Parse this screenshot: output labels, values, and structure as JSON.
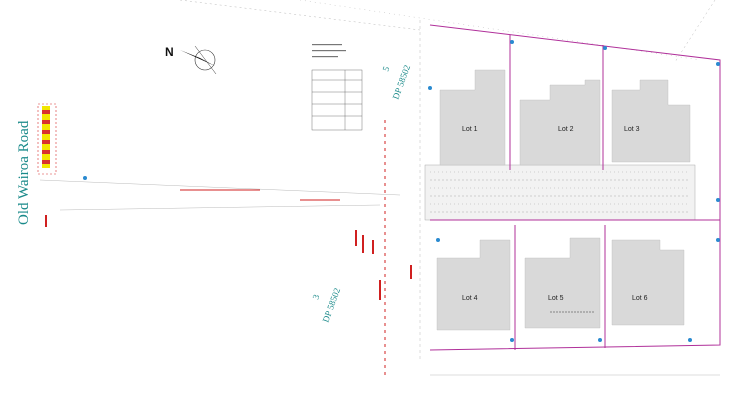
{
  "road": {
    "name": "Old Wairoa Road"
  },
  "north": {
    "label": "N"
  },
  "neighbours": [
    {
      "lot": "5",
      "dp": "DP 58502"
    },
    {
      "lot": "3",
      "dp": "DP 58502"
    }
  ],
  "lots": [
    {
      "name": "Lot 1"
    },
    {
      "name": "Lot 2"
    },
    {
      "name": "Lot 3"
    },
    {
      "name": "Lot 4"
    },
    {
      "name": "Lot 5"
    },
    {
      "name": "Lot 6"
    }
  ],
  "colors": {
    "boundary": "#b0309a",
    "building": "#d9d9d9",
    "road_label": "#1a8a8a",
    "markup": "#d02020",
    "survey_mark": "#2a8ad0",
    "hatch_yellow": "#f2e600",
    "hatch_red": "#d83030"
  }
}
